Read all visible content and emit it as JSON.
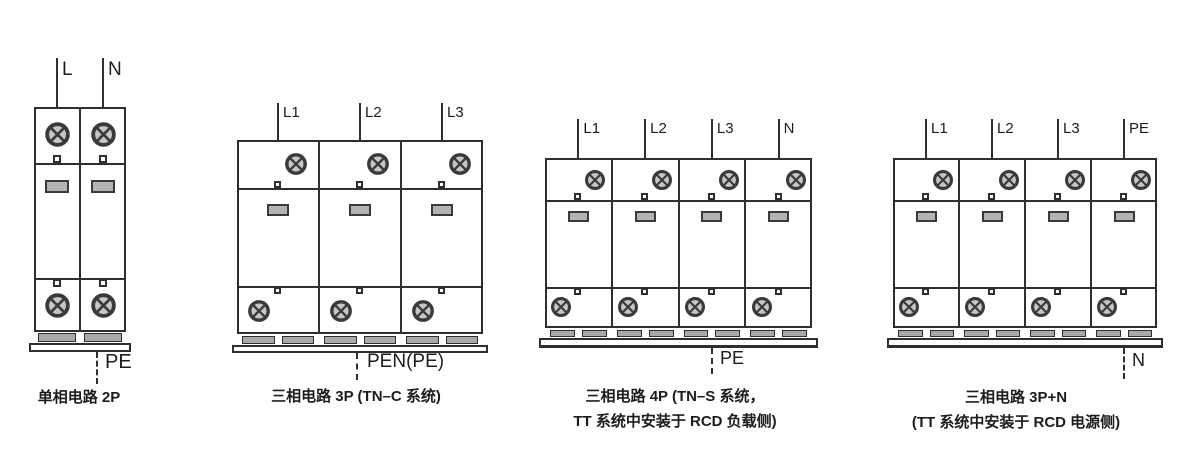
{
  "diagram": {
    "colors": {
      "line": "#2f2f2f",
      "screw_ring": "#3a3a3a",
      "screw_fill": "#c6c6c6",
      "indicator_fill": "#b3b3b3",
      "strip_fill": "#a9a9a9",
      "background": "#ffffff"
    },
    "devices": [
      {
        "name": "single-phase-2p",
        "top_wires": [
          "L",
          "N"
        ],
        "bottom_wire": "PE",
        "captions": [
          "单相电路 2P"
        ]
      },
      {
        "name": "three-phase-3p-tn-c",
        "top_wires": [
          "L1",
          "L2",
          "L3"
        ],
        "bottom_wire": "PEN(PE)",
        "captions": [
          "三相电路 3P (TN–C 系统)"
        ]
      },
      {
        "name": "three-phase-4p-tn-s",
        "top_wires": [
          "L1",
          "L2",
          "L3",
          "N"
        ],
        "bottom_wire": "PE",
        "captions": [
          "三相电路 4P (TN–S 系统，",
          "TT 系统中安装于 RCD 负载侧)"
        ]
      },
      {
        "name": "three-phase-3p-plus-n",
        "top_wires": [
          "L1",
          "L2",
          "L3",
          "PE"
        ],
        "bottom_wire": "N",
        "captions": [
          "三相电路 3P+N",
          "(TT 系统中安装于 RCD 电源侧)"
        ]
      }
    ]
  }
}
